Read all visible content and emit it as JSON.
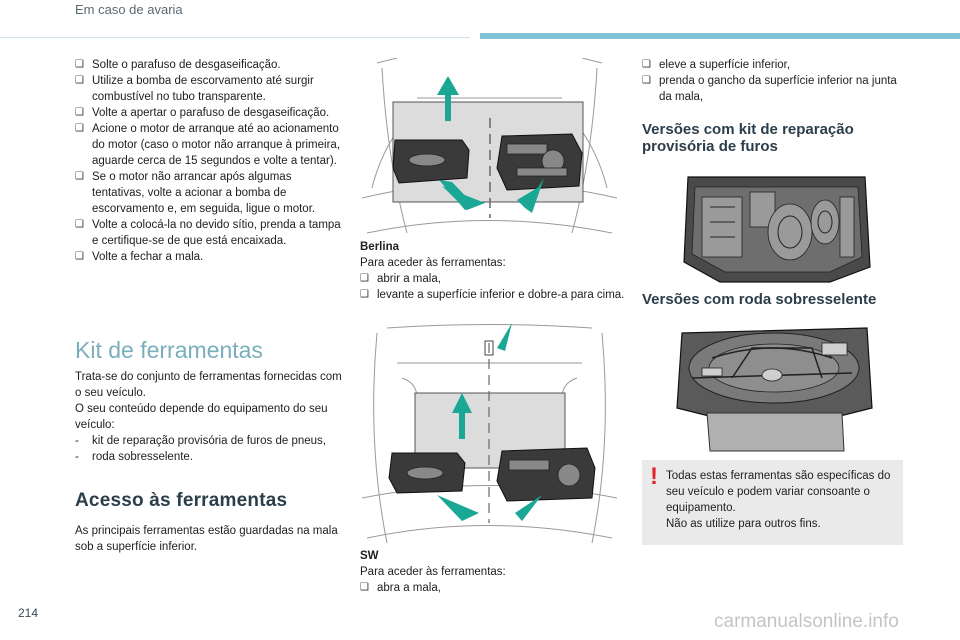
{
  "header": {
    "section_title": "Em caso de avaria"
  },
  "page_number": "214",
  "watermark": "carmanualsonline.info",
  "col1": {
    "steps": [
      "Solte o parafuso de desgaseificação.",
      "Utilize a bomba de escorvamento até surgir combustível no tubo transparente.",
      "Volte a apertar o parafuso de desgaseificação.",
      "Acione o motor de arranque até ao acionamento do motor (caso o motor não arranque à primeira, aguarde cerca de 15 segundos e volte a tentar).",
      "Se o motor não arrancar após algumas tentativas, volte a acionar a bomba de escorvamento e, em seguida, ligue o motor.",
      "Volte a colocá-la no devido sítio, prenda a tampa e certifique-se de que está encaixada.",
      "Volte a fechar a mala."
    ],
    "kit_title": "Kit de ferramentas",
    "kit_intro": "Trata-se do conjunto de ferramentas fornecidas com o seu veículo.\nO seu conteúdo depende do equipamento do seu veículo:",
    "kit_items": [
      "kit de reparação provisória de furos de pneus,",
      "roda sobresselente."
    ],
    "access_title": "Acesso às ferramentas",
    "access_text": "As principais ferramentas estão guardadas na mala sob a superfície inferior."
  },
  "col2": {
    "berlina_title": "Berlina",
    "berlina_intro": "Para aceder às ferramentas:",
    "berlina_steps": [
      "abrir a mala,",
      "levante a superfície inferior e dobre-a para cima."
    ],
    "sw_title": "SW",
    "sw_intro": "Para aceder às ferramentas:",
    "sw_steps": [
      "abra a mala,"
    ]
  },
  "col3": {
    "steps": [
      "eleve a superfície inferior,",
      "prenda o gancho da superfície inferior na junta da mala,"
    ],
    "kit_version_title": "Versões com kit de reparação provisória de furos",
    "spare_version_title": "Versões com roda sobresselente",
    "note_text": "Todas estas ferramentas são específicas do seu veículo e podem variar consoante o equipamento.\nNão as utilize para outros fins."
  },
  "icons": {
    "bullet": "check-bullet-icon",
    "warning": "exclamation-icon"
  },
  "colors": {
    "accent_light": "#7aaebd",
    "header_bar": "#7ec3d8",
    "arrow_teal": "#1aa795",
    "warning_red": "#e3262d",
    "note_bg": "#eaeaea"
  }
}
